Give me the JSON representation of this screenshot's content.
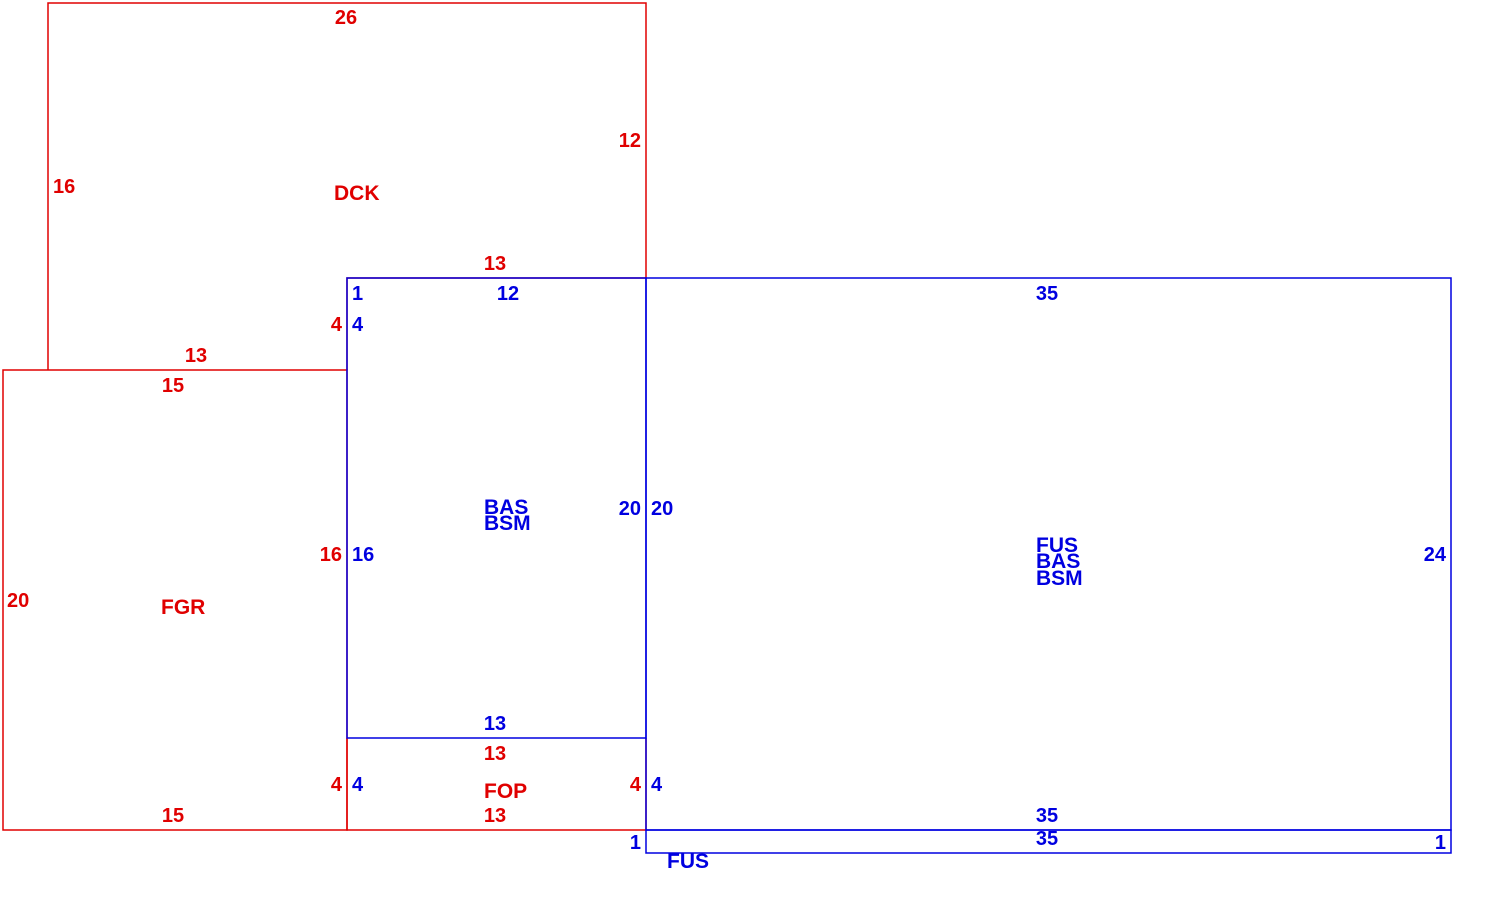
{
  "colors": {
    "red": "#e00000",
    "blue": "#0000e0",
    "background": "#ffffff"
  },
  "areas": {
    "dck": "DCK",
    "fgr": "FGR",
    "fop": "FOP",
    "bas_center": "BAS",
    "bsm_center": "BSM",
    "fus_main": "FUS",
    "bas_main": "BAS",
    "bsm_main": "BSM",
    "fus_bottom": "FUS"
  },
  "dimensions": {
    "dck_top": "26",
    "dck_left": "16",
    "dck_right": "12",
    "dck_bottom_inner": "13",
    "dck_bottom_left": "13",
    "dck_step": "4",
    "fgr_top": "15",
    "fgr_left": "20",
    "fgr_right": "16",
    "fgr_bottom": "15",
    "fgr_step": "4",
    "fop_top": "13",
    "fop_right": "4",
    "fop_bottom": "13",
    "bas_top_short": "1",
    "bas_top": "12",
    "bas_left_top": "4",
    "bas_left": "16",
    "bas_right": "20",
    "bas_bottom": "13",
    "bas_left_bottom": "4",
    "main_top": "35",
    "main_left": "20",
    "main_right": "24",
    "main_bottom": "35",
    "main_left_bottom": "4",
    "fus_top": "35",
    "fus_left": "1",
    "fus_right": "1"
  }
}
